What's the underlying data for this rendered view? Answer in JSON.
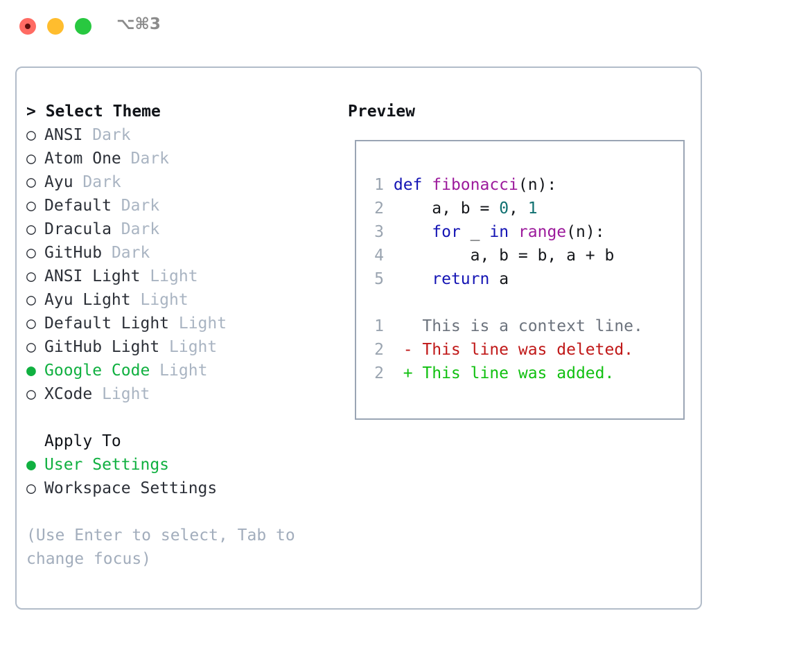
{
  "window": {
    "shortcut_label": "⌥⌘3",
    "traffic_lights": [
      "close",
      "minimize",
      "maximize"
    ]
  },
  "left_panel": {
    "header": "> Select Theme",
    "themes": [
      {
        "marker": "○",
        "name": "ANSI",
        "badge": "Dark",
        "selected": false
      },
      {
        "marker": "○",
        "name": "Atom One",
        "badge": "Dark",
        "selected": false
      },
      {
        "marker": "○",
        "name": "Ayu",
        "badge": "Dark",
        "selected": false
      },
      {
        "marker": "○",
        "name": "Default",
        "badge": "Dark",
        "selected": false
      },
      {
        "marker": "○",
        "name": "Dracula",
        "badge": "Dark",
        "selected": false
      },
      {
        "marker": "○",
        "name": "GitHub",
        "badge": "Dark",
        "selected": false
      },
      {
        "marker": "○",
        "name": "ANSI Light",
        "badge": "Light",
        "selected": false
      },
      {
        "marker": "○",
        "name": "Ayu Light",
        "badge": "Light",
        "selected": false
      },
      {
        "marker": "○",
        "name": "Default Light",
        "badge": "Light",
        "selected": false
      },
      {
        "marker": "○",
        "name": "GitHub Light",
        "badge": "Light",
        "selected": false
      },
      {
        "marker": "●",
        "name": "Google Code",
        "badge": "Light",
        "selected": true
      },
      {
        "marker": "○",
        "name": "XCode",
        "badge": "Light",
        "selected": false
      }
    ],
    "apply_to": {
      "header": "Apply To",
      "options": [
        {
          "marker": "●",
          "name": "User Settings",
          "selected": true
        },
        {
          "marker": "○",
          "name": "Workspace Settings",
          "selected": false
        }
      ]
    },
    "hint": "(Use Enter to select, Tab to change focus)"
  },
  "right_panel": {
    "header": "Preview",
    "code_lines": [
      {
        "no": "1",
        "tokens": [
          {
            "t": "def ",
            "c": "kw"
          },
          {
            "t": "fibonacci",
            "c": "fn"
          },
          {
            "t": "(n):",
            "c": "punc"
          }
        ]
      },
      {
        "no": "2",
        "tokens": [
          {
            "t": "    a, b = ",
            "c": "txt"
          },
          {
            "t": "0",
            "c": "num"
          },
          {
            "t": ", ",
            "c": "txt"
          },
          {
            "t": "1",
            "c": "num"
          }
        ]
      },
      {
        "no": "3",
        "tokens": [
          {
            "t": "    ",
            "c": "txt"
          },
          {
            "t": "for",
            "c": "kw"
          },
          {
            "t": " _ ",
            "c": "txt"
          },
          {
            "t": "in",
            "c": "kw"
          },
          {
            "t": " ",
            "c": "txt"
          },
          {
            "t": "range",
            "c": "fn"
          },
          {
            "t": "(n):",
            "c": "punc"
          }
        ]
      },
      {
        "no": "4",
        "tokens": [
          {
            "t": "        a, b = b, a + b",
            "c": "txt"
          }
        ]
      },
      {
        "no": "5",
        "tokens": [
          {
            "t": "    ",
            "c": "txt"
          },
          {
            "t": "return",
            "c": "kw"
          },
          {
            "t": " a",
            "c": "txt"
          }
        ]
      }
    ],
    "diff_lines": [
      {
        "no": "1",
        "sign": "  ",
        "text": "This is a context line.",
        "kind": "ctx"
      },
      {
        "no": "2",
        "sign": "- ",
        "text": "This line was deleted.",
        "kind": "del"
      },
      {
        "no": "2",
        "sign": "+ ",
        "text": "This line was added.",
        "kind": "add"
      }
    ]
  },
  "colors": {
    "accent_green": "#10b040",
    "badge_grey": "#a9b4c2",
    "hint_grey": "#a2adbc",
    "panel_border": "#b2bcc9",
    "preview_border": "#9aa5b4",
    "keyword_blue": "#1414b4",
    "function_purple": "#9c1a9c",
    "number_teal": "#0f7070",
    "diff_delete_red": "#c01818",
    "diff_add_green": "#10c010",
    "traffic_red": "#ff6b63",
    "traffic_yellow": "#ffbd2e",
    "traffic_green": "#28c840"
  }
}
